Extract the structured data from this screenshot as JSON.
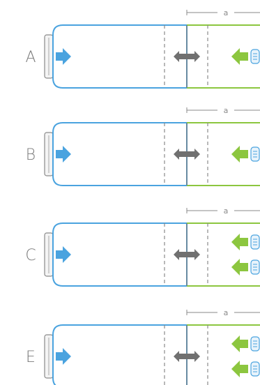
{
  "dimension_label": "a",
  "colors": {
    "blue_unit": "#4aa3df",
    "green_unit": "#8cc63f",
    "gray_arrow": "#707070",
    "dashed": "#8a8a8a",
    "text": "#7a7a7a"
  },
  "rows": [
    {
      "letter": "A",
      "green_units": 1
    },
    {
      "letter": "B",
      "green_units": 1
    },
    {
      "letter": "C",
      "green_units": 2
    },
    {
      "letter": "E",
      "green_units": 2
    }
  ]
}
